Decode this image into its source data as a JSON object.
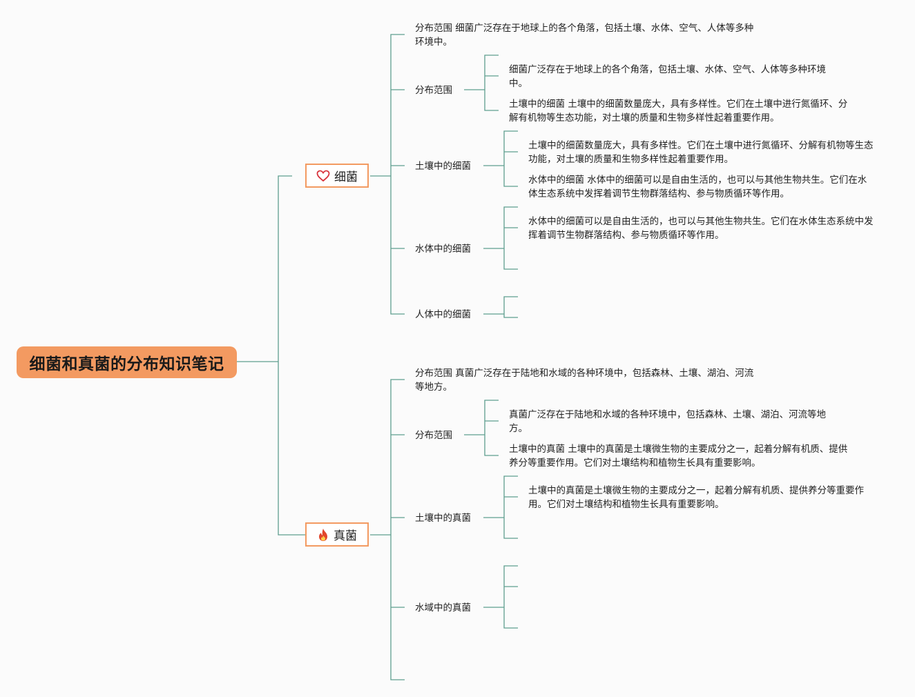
{
  "root": {
    "title": "细菌和真菌的分布知识笔记"
  },
  "colors": {
    "accent": "#f39a61",
    "line": "#5e9e8e"
  },
  "branches": [
    {
      "label": "细菌",
      "icon": "heart-icon",
      "summary": "分布范围 细菌广泛存在于地球上的各个角落，包括土壤、水体、空气、人体等多种环境中。",
      "topics": [
        {
          "label": "分布范围",
          "details": [
            "细菌广泛存在于地球上的各个角落，包括土壤、水体、空气、人体等多种环境中。",
            "土壤中的细菌 土壤中的细菌数量庞大，具有多样性。它们在土壤中进行氮循环、分解有机物等生态功能，对土壤的质量和生物多样性起着重要作用。"
          ]
        },
        {
          "label": "土壤中的细菌",
          "details": [
            "土壤中的细菌数量庞大，具有多样性。它们在土壤中进行氮循环、分解有机物等生态功能，对土壤的质量和生物多样性起着重要作用。",
            "水体中的细菌 水体中的细菌可以是自由生活的，也可以与其他生物共生。它们在水体生态系统中发挥着调节生物群落结构、参与物质循环等作用。"
          ]
        },
        {
          "label": "水体中的细菌",
          "details": [
            "水体中的细菌可以是自由生活的，也可以与其他生物共生。它们在水体生态系统中发挥着调节生物群落结构、参与物质循环等作用。"
          ]
        },
        {
          "label": "人体中的细菌",
          "details": []
        }
      ]
    },
    {
      "label": "真菌",
      "icon": "fire-icon",
      "summary": "分布范围 真菌广泛存在于陆地和水域的各种环境中，包括森林、土壤、湖泊、河流等地方。",
      "topics": [
        {
          "label": "分布范围",
          "details": [
            "真菌广泛存在于陆地和水域的各种环境中，包括森林、土壤、湖泊、河流等地方。",
            "土壤中的真菌 土壤中的真菌是土壤微生物的主要成分之一，起着分解有机质、提供养分等重要作用。它们对土壤结构和植物生长具有重要影响。"
          ]
        },
        {
          "label": "土壤中的真菌",
          "details": [
            "土壤中的真菌是土壤微生物的主要成分之一，起着分解有机质、提供养分等重要作用。它们对土壤结构和植物生长具有重要影响。"
          ]
        },
        {
          "label": "水域中的真菌",
          "details": []
        }
      ]
    }
  ]
}
